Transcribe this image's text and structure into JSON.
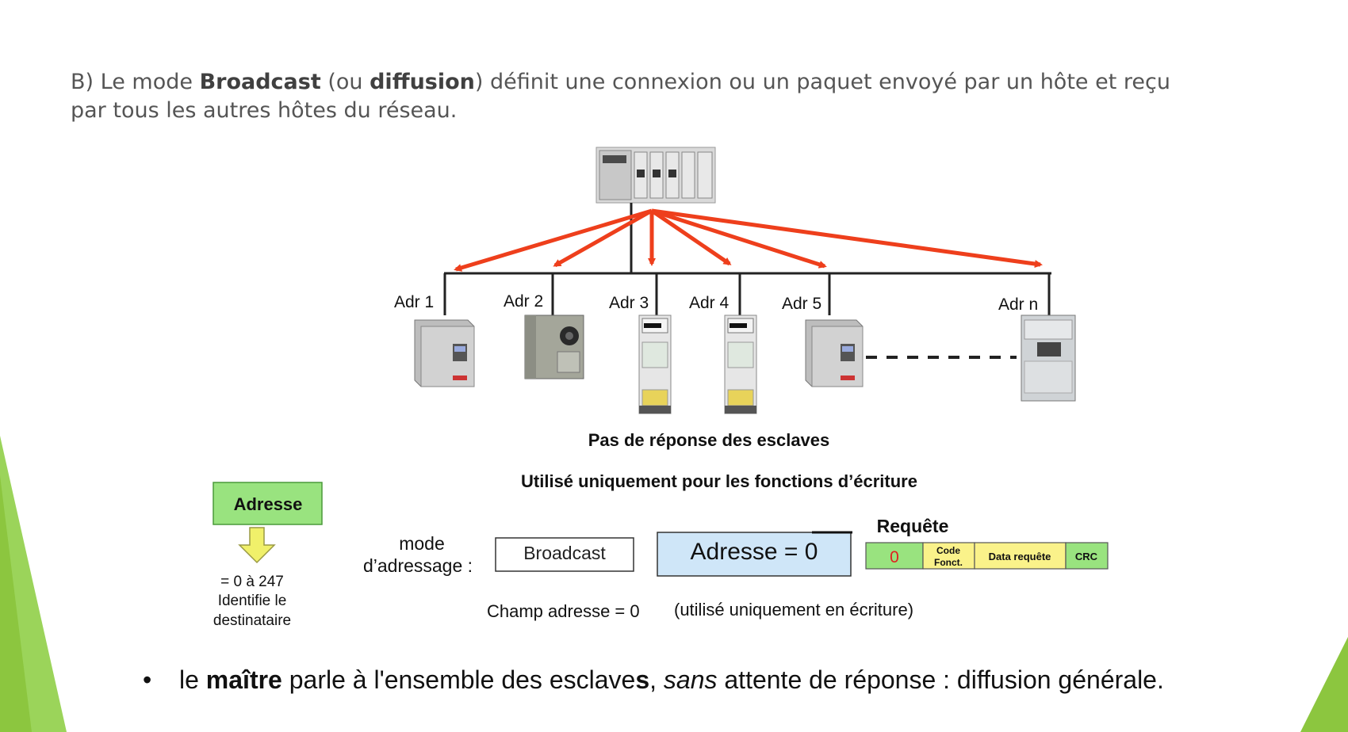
{
  "heading": {
    "prefix": "B)  Le mode ",
    "bold1": "Broadcast",
    "mid1": " (ou ",
    "bold2": "diffusion",
    "rest": ") définit une connexion ou un paquet envoyé par un hôte et reçu par tous les autres hôtes du réseau."
  },
  "diagram": {
    "slaves": [
      {
        "label": "Adr 1",
        "kind": "drive-small"
      },
      {
        "label": "Adr 2",
        "kind": "drive-round"
      },
      {
        "label": "Adr 3",
        "kind": "starter"
      },
      {
        "label": "Adr 4",
        "kind": "starter"
      },
      {
        "label": "Adr 5",
        "kind": "drive-small"
      },
      {
        "label": "Adr n",
        "kind": "drive-large"
      }
    ],
    "no_response": "Pas de réponse des esclaves",
    "write_only": "Utilisé uniquement pour les fonctions d’écriture",
    "address_box": "Adresse",
    "address_range": "= 0 à 247",
    "address_desc_1": "Identifie le",
    "address_desc_2": "destinataire",
    "mode_label_1": "mode",
    "mode_label_2": "d’adressage :",
    "mode_value": "Broadcast",
    "address_value": "Adresse = 0",
    "request_title": "Requête",
    "frame": {
      "address": "0",
      "function_1": "Code",
      "function_2": "Fonct.",
      "data": "Data requête",
      "crc": "CRC"
    },
    "field_note": "Champ adresse = 0",
    "field_note_2": "(utilisé uniquement en écriture)"
  },
  "bullet": {
    "symbol": "•",
    "part1": "le ",
    "bold1": "maître",
    "part2": " parle à l'ensemble des esclave",
    "bold2": "s",
    "part3": ", ",
    "italic": "sans",
    "part4": " attente de réponse : diffusion générale."
  },
  "colors": {
    "arrow": "#ee3f1c",
    "accent_green": "#8cc63f",
    "box_green": "#99e37f",
    "box_blue": "#cfe6f8",
    "frame_yellow": "#faf28a",
    "frame_red_text": "#e02020"
  }
}
